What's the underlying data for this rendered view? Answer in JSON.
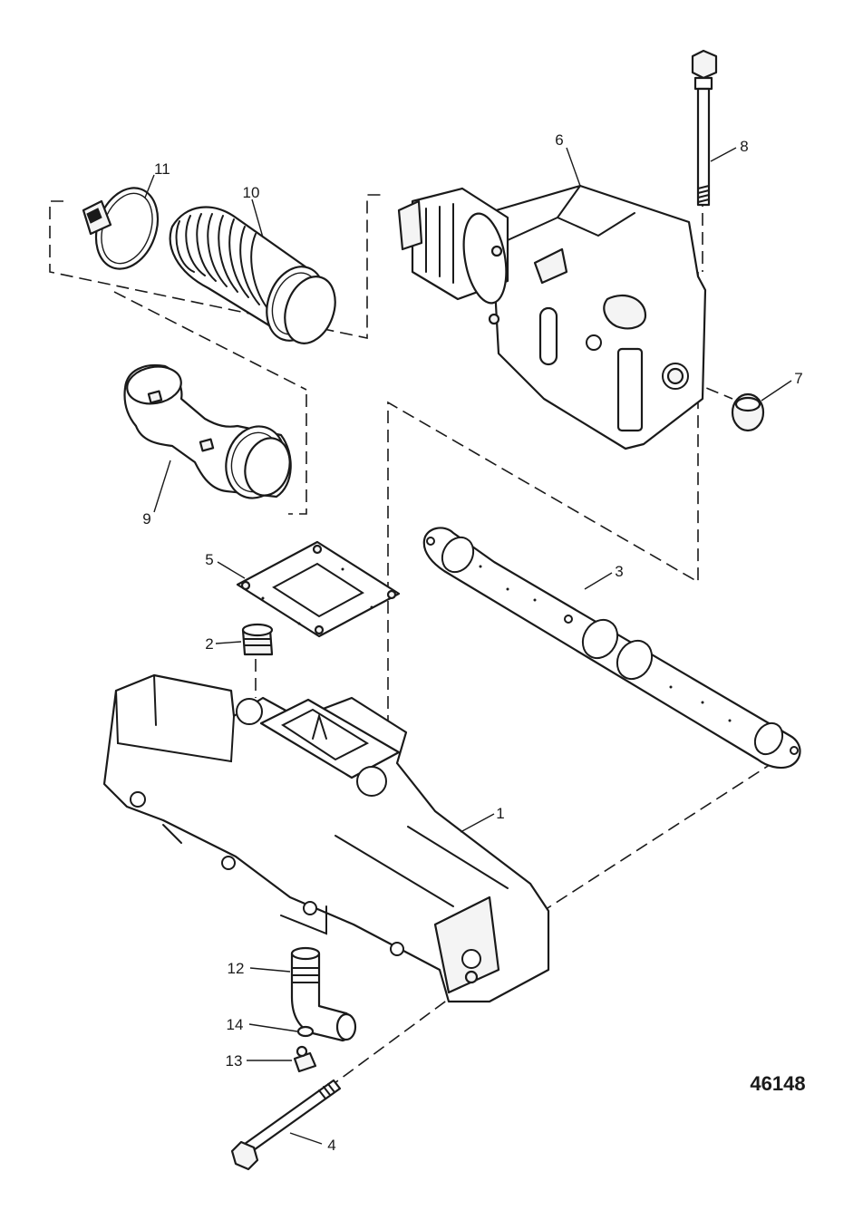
{
  "figure_id": "46148",
  "callouts": [
    {
      "id": "callout-1",
      "text": "1"
    },
    {
      "id": "callout-2",
      "text": "2"
    },
    {
      "id": "callout-3",
      "text": "3"
    },
    {
      "id": "callout-4",
      "text": "4"
    },
    {
      "id": "callout-5",
      "text": "5"
    },
    {
      "id": "callout-6",
      "text": "6"
    },
    {
      "id": "callout-7",
      "text": "7"
    },
    {
      "id": "callout-8",
      "text": "8"
    },
    {
      "id": "callout-9",
      "text": "9"
    },
    {
      "id": "callout-10",
      "text": "10"
    },
    {
      "id": "callout-11",
      "text": "11"
    },
    {
      "id": "callout-12",
      "text": "12"
    },
    {
      "id": "callout-13",
      "text": "13"
    },
    {
      "id": "callout-14",
      "text": "14"
    }
  ]
}
